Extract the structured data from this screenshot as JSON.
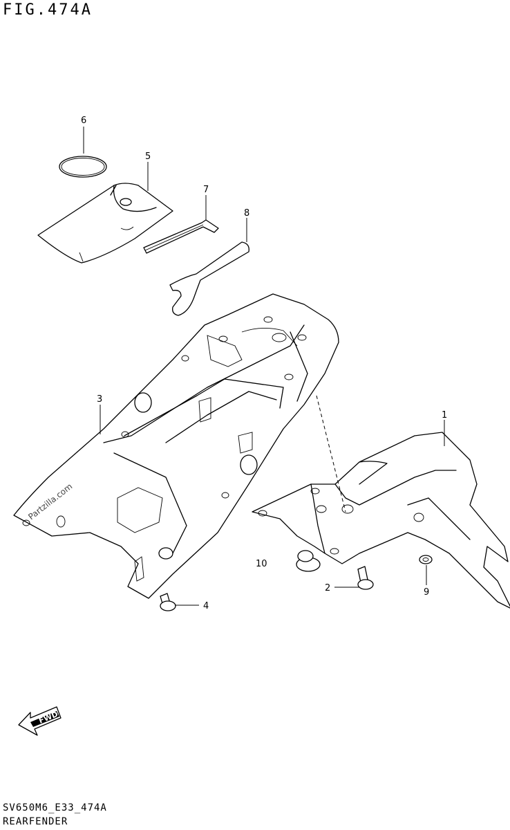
{
  "figure": {
    "title": "FIG.474A",
    "ref_code": "SV650M6_E33_474A",
    "caption": "REARFENDER",
    "watermark": "Partzilla.com",
    "fwd_label": "FWD"
  },
  "callouts": [
    {
      "id": "c1",
      "label": "1",
      "part": "rear-fender"
    },
    {
      "id": "c2",
      "label": "2",
      "part": "fender-bolt"
    },
    {
      "id": "c3",
      "label": "3",
      "part": "seat-tail-frame"
    },
    {
      "id": "c4",
      "label": "4",
      "part": "frame-bolt"
    },
    {
      "id": "c5",
      "label": "5",
      "part": "tool-bag"
    },
    {
      "id": "c6",
      "label": "6",
      "part": "band"
    },
    {
      "id": "c7",
      "label": "7",
      "part": "hex-wrench"
    },
    {
      "id": "c8",
      "label": "8",
      "part": "spanner"
    },
    {
      "id": "c9",
      "label": "9",
      "part": "washer"
    },
    {
      "id": "c10",
      "label": "10",
      "part": "cushion"
    }
  ]
}
